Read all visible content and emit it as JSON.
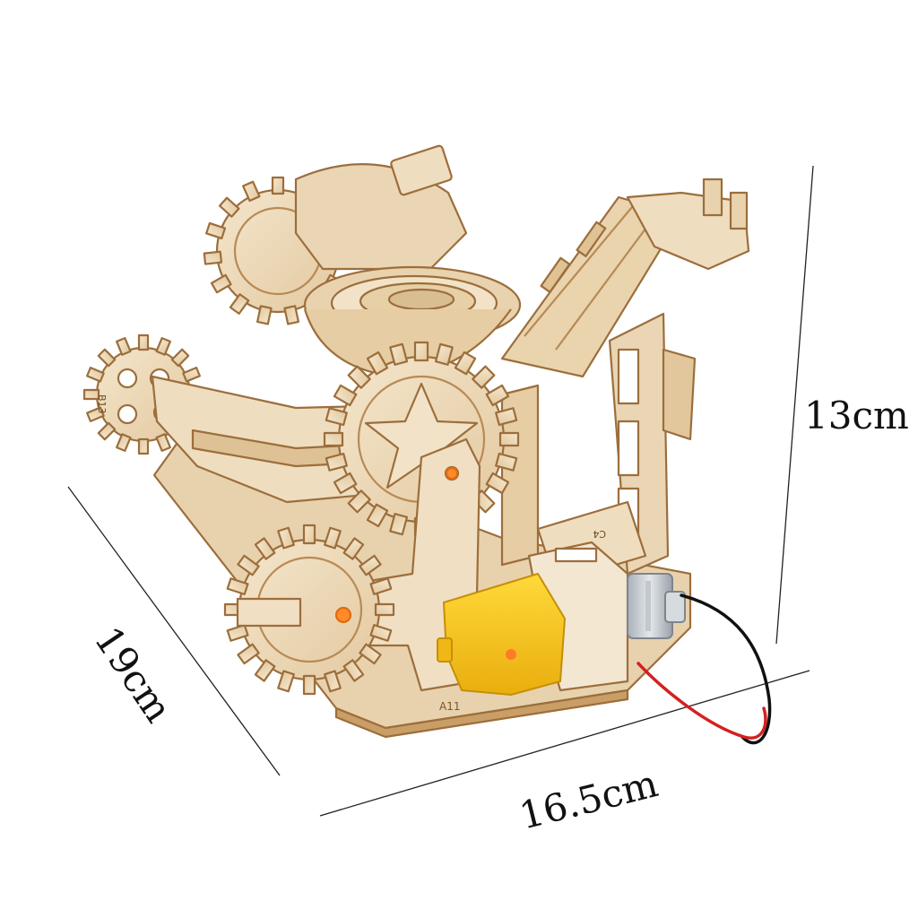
{
  "dimensions": {
    "height_label": "13cm",
    "depth_label": "19cm",
    "width_label": "16.5cm"
  },
  "part_markings": {
    "gear_code": "B13",
    "base_code": "A11",
    "frame_code": "C4"
  },
  "colors": {
    "wood_light": "#EFDDBF",
    "wood_mid": "#E2C79E",
    "wood_edge": "#B88A55",
    "motor_yellow": "#F7C51C",
    "led_orange": "#FF8A2A",
    "wire_red": "#D42020",
    "wire_black": "#111111",
    "motor_metal": "#C9CED4"
  },
  "icons": {
    "motor": "gear-motor-icon",
    "led": "led-icon"
  }
}
